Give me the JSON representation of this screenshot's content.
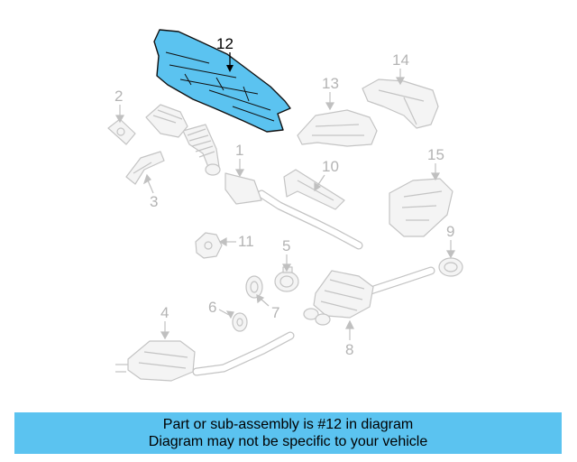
{
  "diagram": {
    "callouts": [
      {
        "id": "1",
        "label": "1"
      },
      {
        "id": "2",
        "label": "2"
      },
      {
        "id": "3",
        "label": "3"
      },
      {
        "id": "4",
        "label": "4"
      },
      {
        "id": "5",
        "label": "5"
      },
      {
        "id": "6",
        "label": "6"
      },
      {
        "id": "7",
        "label": "7"
      },
      {
        "id": "8",
        "label": "8"
      },
      {
        "id": "9",
        "label": "9"
      },
      {
        "id": "10",
        "label": "10"
      },
      {
        "id": "11",
        "label": "11"
      },
      {
        "id": "12",
        "label": "12"
      },
      {
        "id": "13",
        "label": "13"
      },
      {
        "id": "14",
        "label": "14"
      },
      {
        "id": "15",
        "label": "15"
      }
    ],
    "highlighted_part": "12",
    "highlight_color": "#5bc3f0",
    "ghost_color": "#c4c4c4"
  },
  "banner": {
    "line1": "Part or sub-assembly is #12 in diagram",
    "line2": "Diagram may not be specific to your vehicle",
    "background": "#5bc3f0"
  }
}
